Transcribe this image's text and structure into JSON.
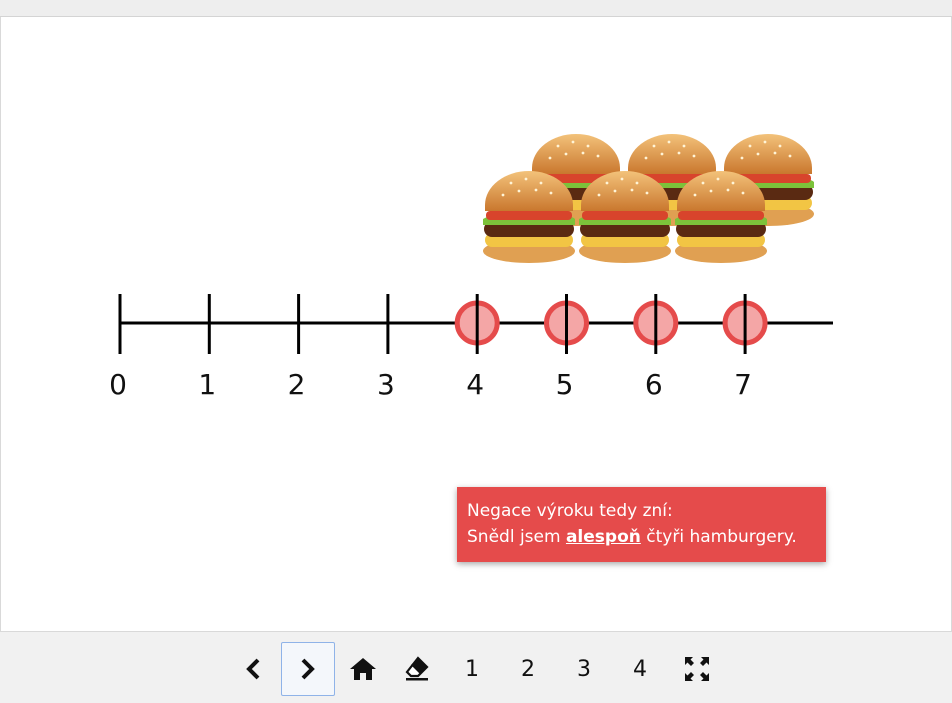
{
  "slide": {
    "number_line": {
      "tick_labels": [
        "0",
        "1",
        "2",
        "3",
        "4",
        "5",
        "6",
        "7"
      ],
      "highlighted": [
        "4",
        "5",
        "6",
        "7"
      ],
      "highlight_color": "#e54b4b"
    },
    "callout": {
      "line1": "Negace výroku tedy zní:",
      "line2_before": "Snědl jsem ",
      "line2_emphasis": "alespoň",
      "line2_after": " čtyři hamburgery."
    },
    "image": {
      "icon": "burger-icon",
      "count": 6
    }
  },
  "nav": {
    "prev_icon": "chevron-left-icon",
    "next_icon": "chevron-right-icon",
    "home_icon": "home-icon",
    "eraser_icon": "eraser-icon",
    "pages": [
      "1",
      "2",
      "3",
      "4"
    ],
    "fullscreen_icon": "fullscreen-icon",
    "active": "next"
  }
}
